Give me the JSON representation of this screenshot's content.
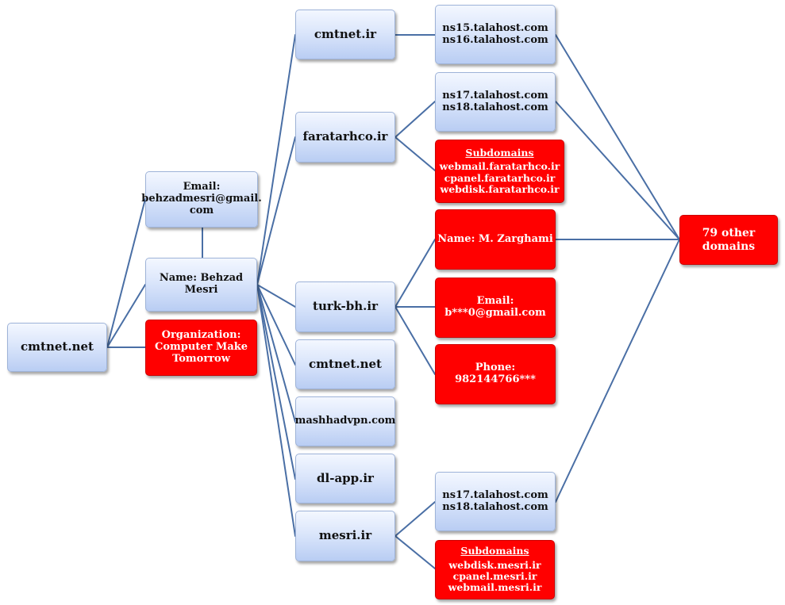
{
  "nodes": {
    "root": "cmtnet.net",
    "email": [
      "Email:",
      "behzadmesri@gmail.",
      "com"
    ],
    "name": "Name: Behzad Mesri",
    "organization": [
      "Organization:",
      "Computer Make",
      "Tomorrow"
    ],
    "domains": {
      "cmtnet_ir": "cmtnet.ir",
      "faratarhco_ir": "faratarhco.ir",
      "turk_bh_ir": "turk-bh.ir",
      "cmtnet_net": "cmtnet.net",
      "mashhadvpn_com": "mashhadvpn.com",
      "dl_app_ir": "dl-app.ir",
      "mesri_ir": "mesri.ir"
    },
    "ns_cmtnet_ir": [
      "ns15.talahost.com",
      "ns16.talahost.com"
    ],
    "ns_faratarhco_ir": [
      "ns17.talahost.com",
      "ns18.talahost.com"
    ],
    "subdomains_faratarhco": {
      "title": "Subdomains",
      "items": [
        "webmail.faratarhco.ir",
        "cpanel.faratarhco.ir",
        "webdisk.faratarhco.ir"
      ]
    },
    "turk_name": "Name: M. Zarghami",
    "turk_email": [
      "Email:",
      "b***0@gmail.com"
    ],
    "turk_phone": "Phone: 982144766***",
    "ns_mesri_ir": [
      "ns17.talahost.com",
      "ns18.talahost.com"
    ],
    "subdomains_mesri": {
      "title": "Subdomains",
      "items": [
        "webdisk.mesri.ir",
        "cpanel.mesri.ir",
        "webmail.mesri.ir"
      ]
    },
    "other_domains": [
      "79 other",
      "domains"
    ]
  },
  "colors": {
    "connector": "#4a6fa5",
    "red_node": "#ff0000",
    "blue_node": "#c6d6f6"
  }
}
